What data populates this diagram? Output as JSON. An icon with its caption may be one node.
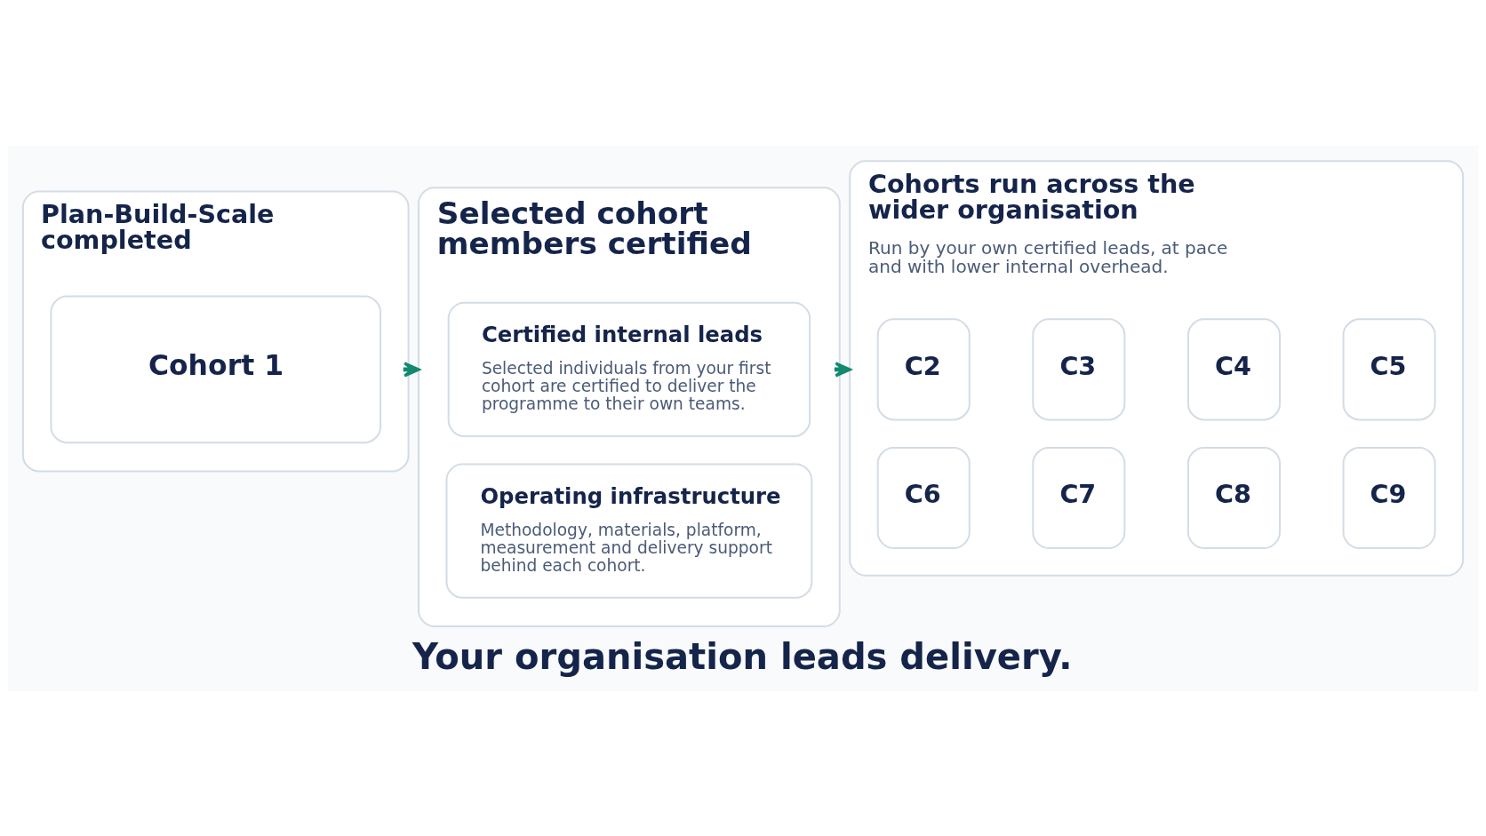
{
  "diagram": {
    "caption": "Your organisation leads delivery.",
    "nodes": [
      {
        "text": [
          "Plan-Build-Scale completed"
        ]
      },
      {
        "text": [
          "Cohort 1"
        ],
        "in": 0
      },
      {
        "text": [
          "Selected cohort members certified"
        ]
      },
      {
        "text": [
          "Certified internal leads",
          "Selected individuals from your first cohort are certified to deliver the programme to their own teams."
        ],
        "in": 2
      },
      {
        "text": [
          "Operating infrastructure",
          "Methodology, materials, platform, measurement and delivery support behind each cohort."
        ],
        "in": 2
      },
      {
        "text": [
          "Cohorts run across the wider organisation",
          "Run by your own certified leads, at pace and with lower internal overhead."
        ]
      },
      {
        "text": [
          "C2"
        ],
        "in": 5
      },
      {
        "text": [
          "C3"
        ],
        "in": 5
      },
      {
        "text": [
          "C4"
        ],
        "in": 5
      },
      {
        "text": [
          "C5"
        ],
        "in": 5
      },
      {
        "text": [
          "C6"
        ],
        "in": 5
      },
      {
        "text": [
          "C7"
        ],
        "in": 5
      },
      {
        "text": [
          "C8"
        ],
        "in": 5
      },
      {
        "text": [
          "C9"
        ],
        "in": 5
      }
    ],
    "edges": [
      {
        "from": 0,
        "to": 2,
        "arrow": "to"
      },
      {
        "from": 2,
        "to": 5,
        "arrow": "to"
      }
    ]
  }
}
